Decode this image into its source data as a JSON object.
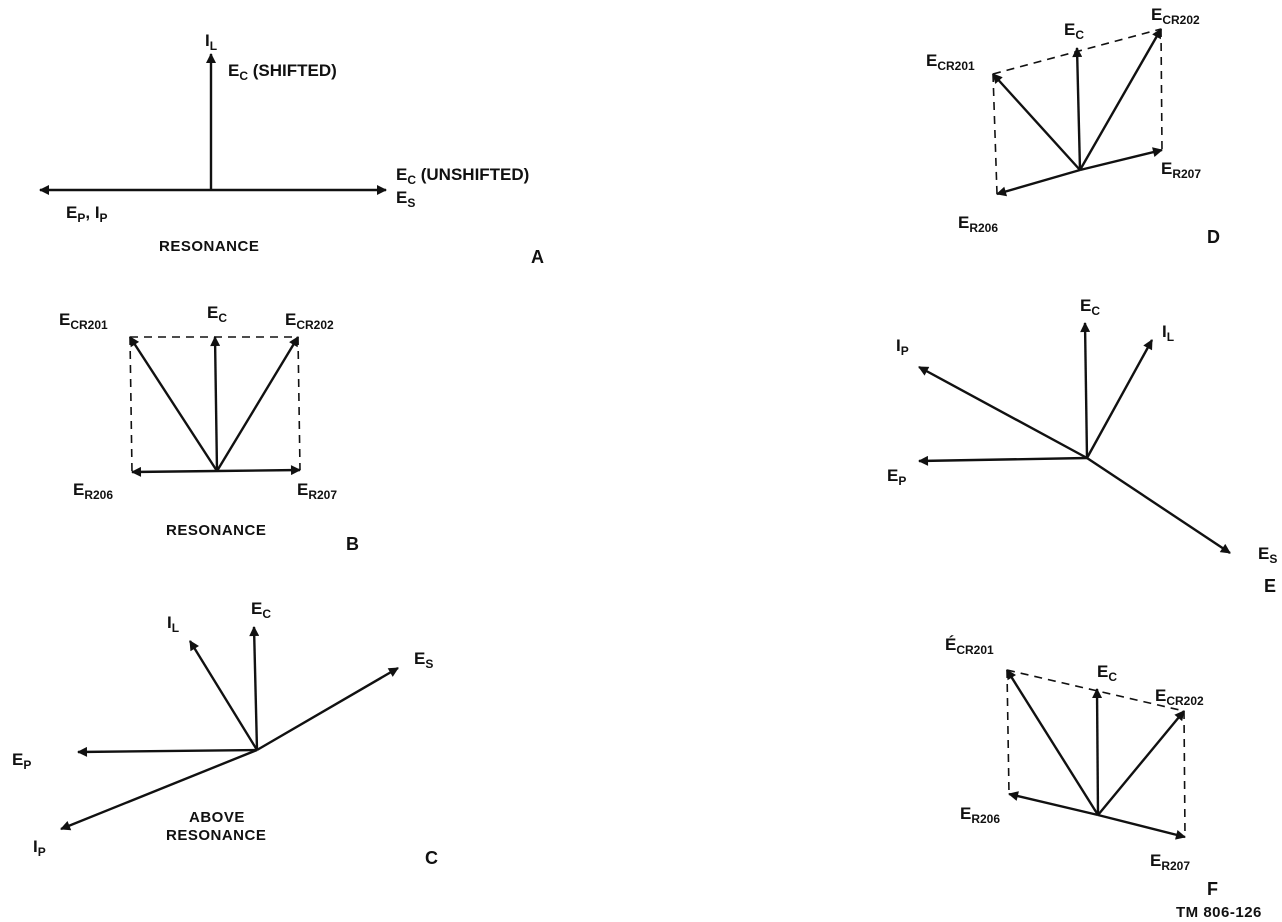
{
  "figure_id": "TM 806-126",
  "panels": {
    "A": {
      "letter": "A",
      "caption": "RESONANCE",
      "labels": {
        "il": {
          "main": "I",
          "sub": "L"
        },
        "ec_shifted": {
          "main": "E",
          "sub": "C",
          "tail": " (SHIFTED)"
        },
        "ec_unshifted": {
          "main": "E",
          "sub": "C",
          "tail": " (UNSHIFTED)"
        },
        "es": {
          "main": "E",
          "sub": "S"
        },
        "ep": {
          "main": "E",
          "sub": "P"
        },
        "ip": {
          "main": "I",
          "sub": "P"
        }
      }
    },
    "B": {
      "letter": "B",
      "caption": "RESONANCE",
      "labels": {
        "ecr201": {
          "main": "E",
          "sub": "CR201"
        },
        "ec": {
          "main": "E",
          "sub": "C"
        },
        "ecr202": {
          "main": "E",
          "sub": "CR202"
        },
        "er206": {
          "main": "E",
          "sub": "R206"
        },
        "er207": {
          "main": "E",
          "sub": "R207"
        }
      }
    },
    "C": {
      "letter": "C",
      "caption_line1": "ABOVE",
      "caption_line2": "RESONANCE",
      "labels": {
        "il": {
          "main": "I",
          "sub": "L"
        },
        "ec": {
          "main": "E",
          "sub": "C"
        },
        "es": {
          "main": "E",
          "sub": "S"
        },
        "ep": {
          "main": "E",
          "sub": "P"
        },
        "ip": {
          "main": "I",
          "sub": "P"
        }
      }
    },
    "D": {
      "letter": "D",
      "labels": {
        "ecr201": {
          "main": "E",
          "sub": "CR201"
        },
        "ec": {
          "main": "E",
          "sub": "C"
        },
        "ecr202": {
          "main": "E",
          "sub": "CR202"
        },
        "er206": {
          "main": "E",
          "sub": "R206"
        },
        "er207": {
          "main": "E",
          "sub": "R207"
        }
      }
    },
    "E": {
      "letter": "E",
      "labels": {
        "ec": {
          "main": "E",
          "sub": "C"
        },
        "il": {
          "main": "I",
          "sub": "L"
        },
        "ip": {
          "main": "I",
          "sub": "P"
        },
        "ep": {
          "main": "E",
          "sub": "P"
        },
        "es": {
          "main": "E",
          "sub": "S"
        }
      }
    },
    "F": {
      "letter": "F",
      "labels": {
        "ecr201": {
          "main": "É",
          "sub": "CR201"
        },
        "ec": {
          "main": "E",
          "sub": "C"
        },
        "ecr202": {
          "main": "E",
          "sub": "CR202"
        },
        "er206": {
          "main": "E",
          "sub": "R206"
        },
        "er207": {
          "main": "E",
          "sub": "R207"
        }
      }
    }
  }
}
